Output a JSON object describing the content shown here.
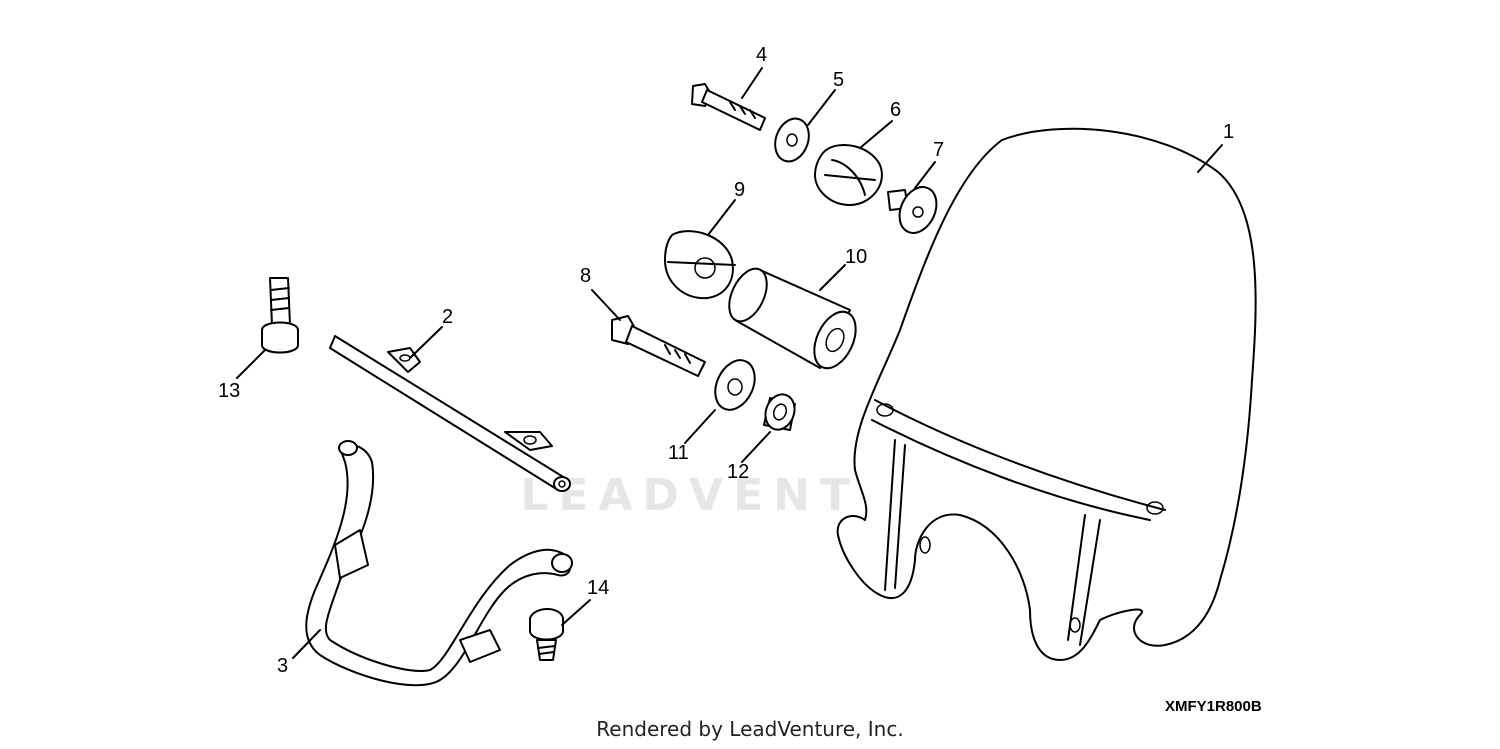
{
  "diagram": {
    "parts": [
      {
        "number": "1"
      },
      {
        "number": "2"
      },
      {
        "number": "3"
      },
      {
        "number": "4"
      },
      {
        "number": "5"
      },
      {
        "number": "6"
      },
      {
        "number": "7"
      },
      {
        "number": "8"
      },
      {
        "number": "9"
      },
      {
        "number": "10"
      },
      {
        "number": "11"
      },
      {
        "number": "12"
      },
      {
        "number": "13"
      },
      {
        "number": "14"
      }
    ],
    "diagram_code": "XMFY1R800B",
    "watermark": "LEADVENTURE",
    "footer": "Rendered by LeadVenture, Inc."
  }
}
